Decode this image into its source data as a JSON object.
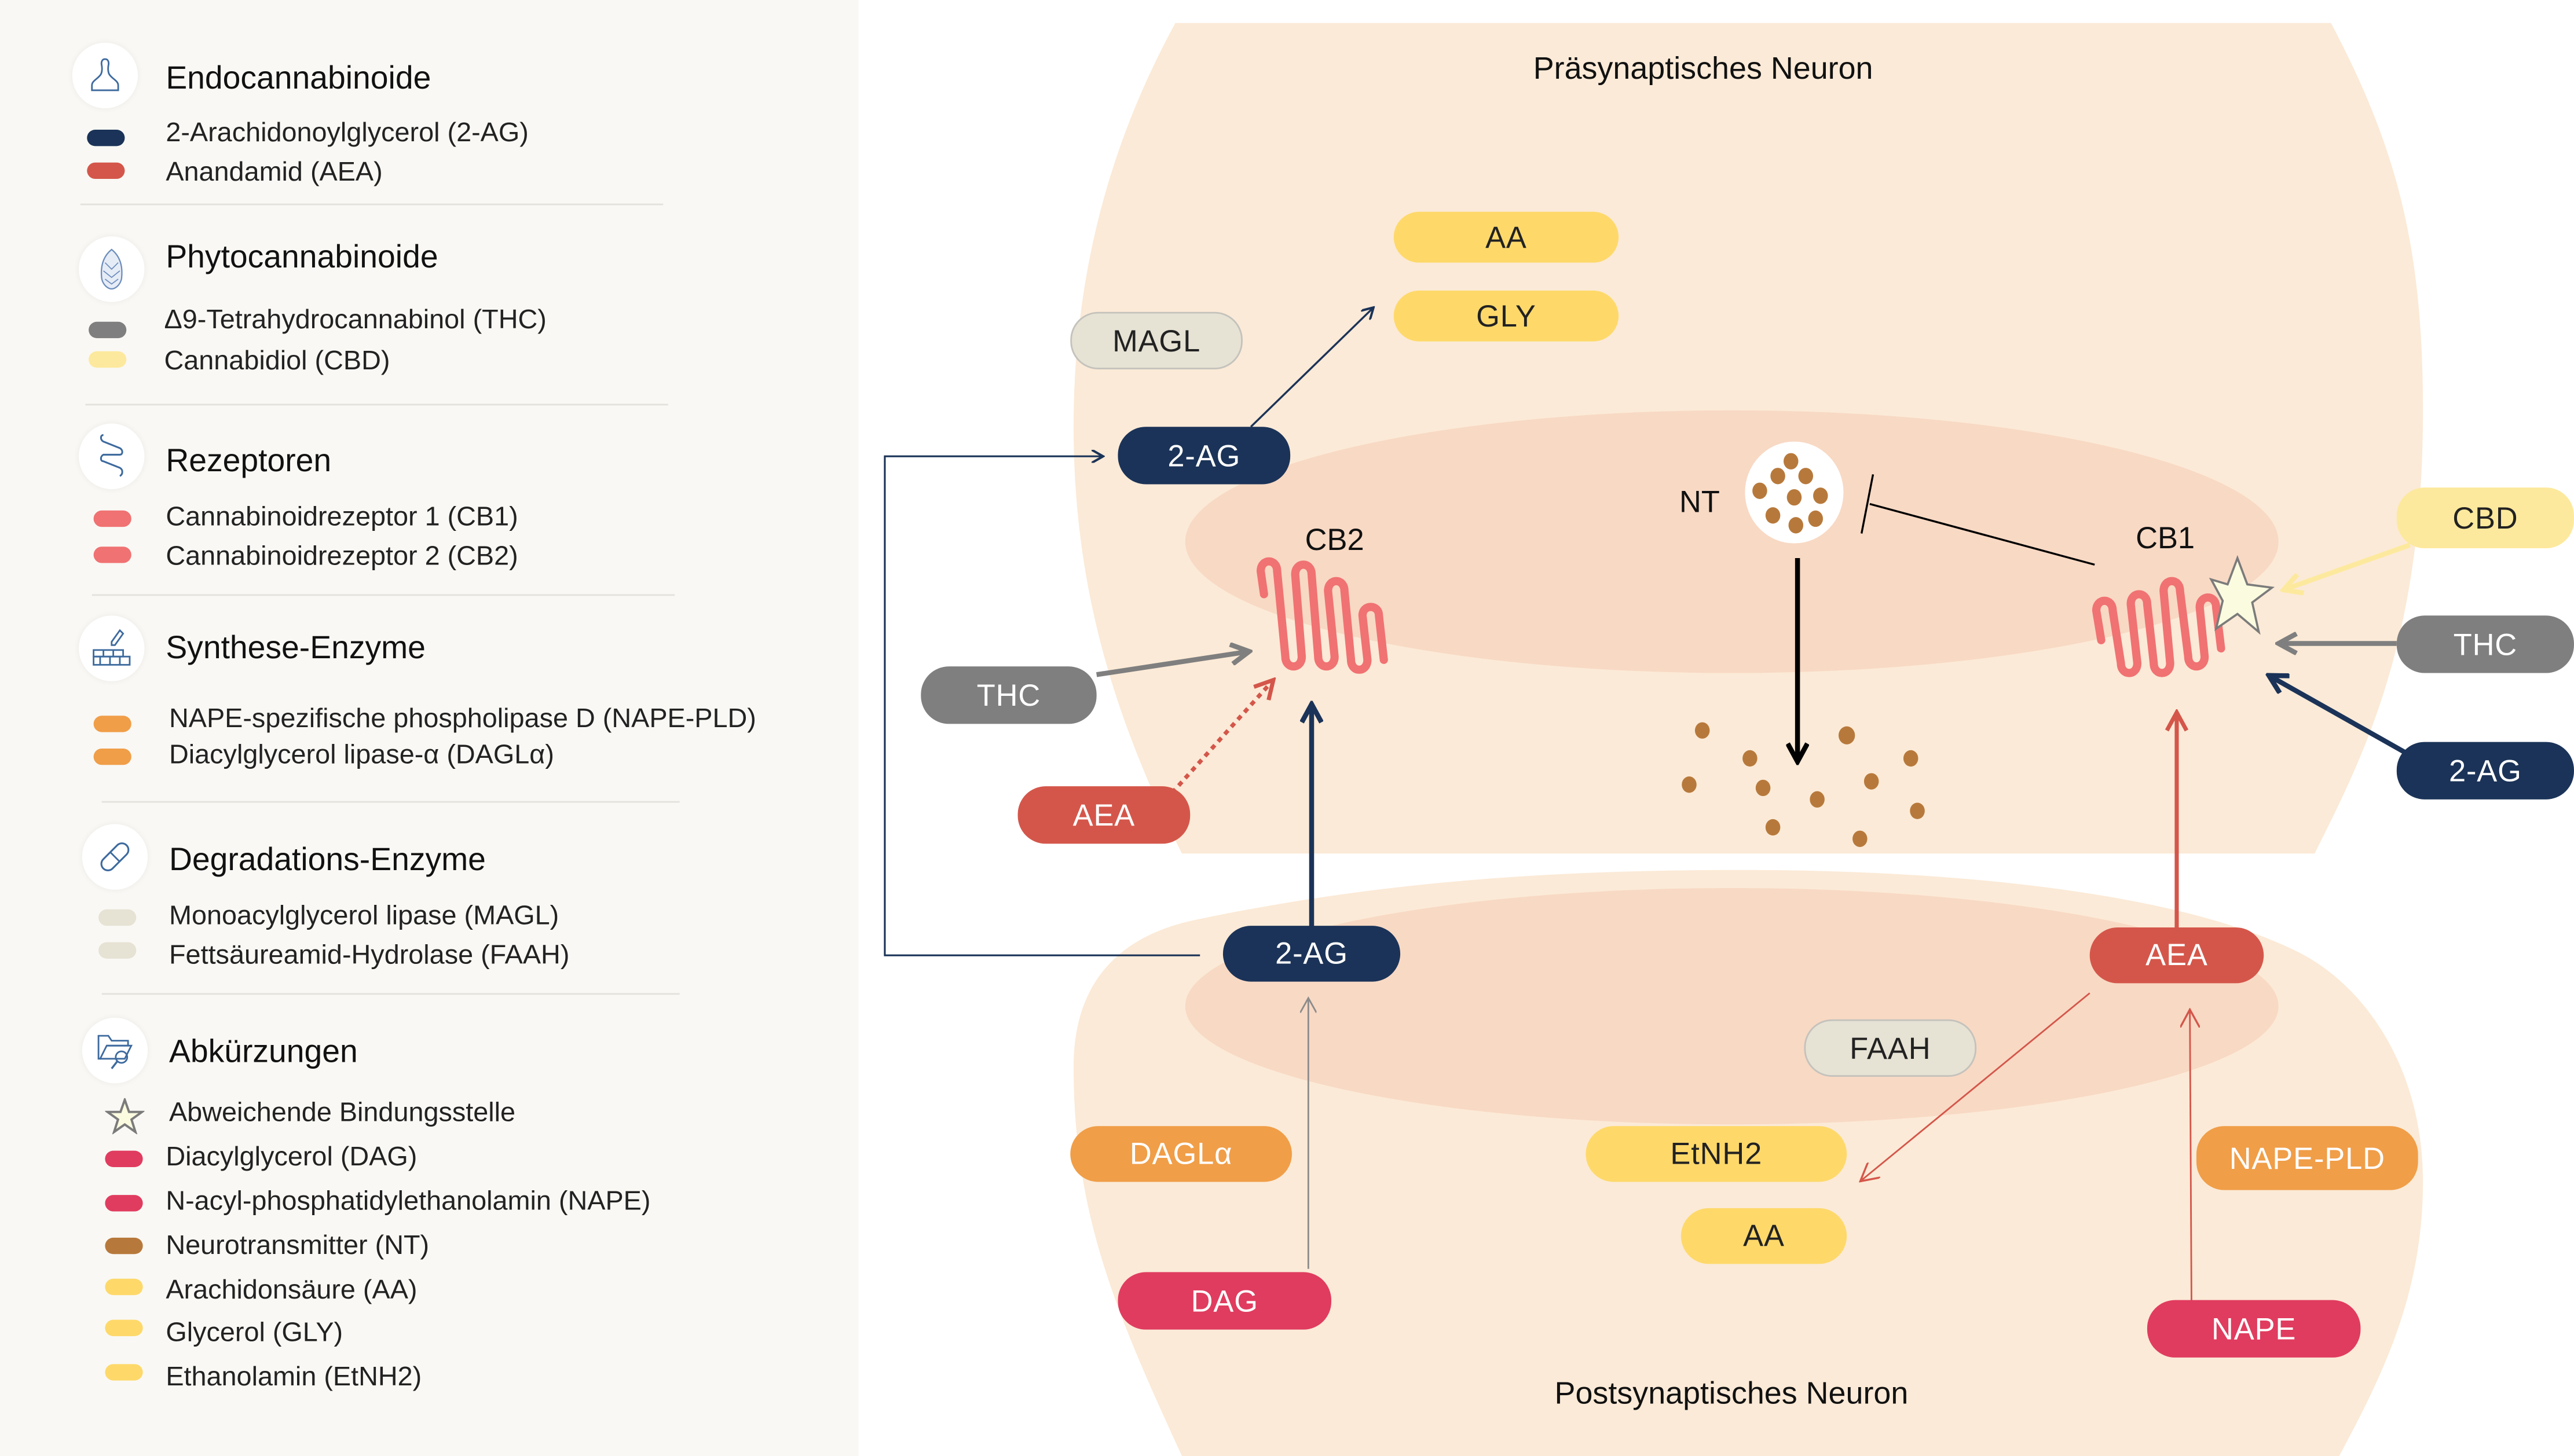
{
  "colors": {
    "dark_blue": "#1b3358",
    "red_aea": "#d4564a",
    "gray_thc": "#7f7f7f",
    "yellow_cbd": "#fde99d",
    "receptor_pink": "#f07272",
    "orange_enzyme": "#f09e48",
    "beige_degr": "#e6e2d4",
    "crimson": "#e03c5f",
    "brown_nt": "#b7793b",
    "yellow_aa": "#fed96a",
    "neuron_fill": "#fbead7",
    "membrane_fill": "#f8d9c4"
  },
  "legend": {
    "sections": [
      {
        "title": "Endocannabinoide",
        "icon": "person-silhouette-icon",
        "items": [
          {
            "label": "2-Arachidonoylglycerol (2-AG)",
            "color": "#1b3358"
          },
          {
            "label": "Anandamid (AEA)",
            "color": "#d4564a"
          }
        ]
      },
      {
        "title": "Phytocannabinoide",
        "icon": "cannabis-bud-icon",
        "items": [
          {
            "label": "Δ9-Tetrahydrocannabinol (THC)",
            "color": "#7f7f7f"
          },
          {
            "label": "Cannabidiol (CBD)",
            "color": "#fde99d"
          }
        ]
      },
      {
        "title": "Rezeptoren",
        "icon": "receptor-coil-icon",
        "items": [
          {
            "label": "Cannabinoidrezeptor 1 (CB1)",
            "color": "#f07272"
          },
          {
            "label": "Cannabinoidrezeptor 2 (CB2)",
            "color": "#f07272"
          }
        ]
      },
      {
        "title": "Synthese-Enzyme",
        "icon": "trowel-bricks-icon",
        "items": [
          {
            "label": "NAPE-spezifische  phospholipase D (NAPE-PLD)",
            "color": "#f09e48"
          },
          {
            "label": "Diacylglycerol lipase-α (DAGLα)",
            "color": "#f09e48"
          }
        ]
      },
      {
        "title": "Degradations-Enzyme",
        "icon": "pill-capsule-icon",
        "items": [
          {
            "label": "Monoacylglycerol lipase (MAGL)",
            "color": "#e6e2d4"
          },
          {
            "label": "Fettsäureamid-Hydrolase (FAAH)",
            "color": "#e6e2d4"
          }
        ]
      },
      {
        "title": "Abkürzungen",
        "icon": "folder-search-icon",
        "items": [
          {
            "label": "Abweichende Bindungsstelle",
            "color": "star"
          },
          {
            "label": "Diacylglycerol (DAG)",
            "color": "#e03c5f"
          },
          {
            "label": "N-acyl-phosphatidylethanolamin (NAPE)",
            "color": "#e03c5f"
          },
          {
            "label": "Neurotransmitter (NT)",
            "color": "#b7793b"
          },
          {
            "label": "Arachidonsäure (AA)",
            "color": "#fed96a"
          },
          {
            "label": "Glycerol (GLY)",
            "color": "#fed96a"
          },
          {
            "label": "Ethanolamin (EtNH2)",
            "color": "#fed96a"
          }
        ]
      }
    ]
  },
  "diagram": {
    "presynaptic_title": "Präsynaptisches Neuron",
    "postsynaptic_title": "Postsynaptisches Neuron",
    "receptors": {
      "cb1": "CB1",
      "cb2": "CB2"
    },
    "nt_label": "NT",
    "pills": {
      "aa_top": "AA",
      "gly": "GLY",
      "magl": "MAGL",
      "twoag_pre": "2-AG",
      "thc_left": "THC",
      "aea_left": "AEA",
      "twoag_post": "2-AG",
      "aea_post": "AEA",
      "faah": "FAAH",
      "etnh2": "EtNH2",
      "aa_bottom": "AA",
      "daglalpha": "DAGLα",
      "dag": "DAG",
      "nape_pld": "NAPE-PLD",
      "nape": "NAPE",
      "cbd_right": "CBD",
      "thc_right": "THC",
      "twoag_right": "2-AG"
    }
  }
}
